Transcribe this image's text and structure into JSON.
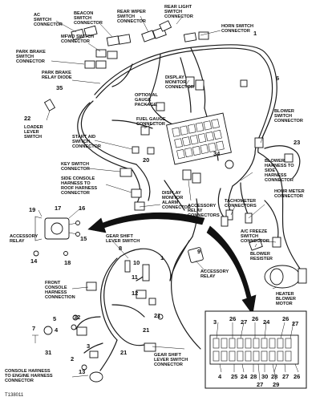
{
  "labels": {
    "ac_switch": [
      "AC",
      "SWITCH",
      "CONNECTOR"
    ],
    "beacon_switch": [
      "BEACON",
      "SWITCH",
      "CONNECTOR"
    ],
    "rear_wiper": [
      "REAR WIPER",
      "SWITCH",
      "CONNECTOR"
    ],
    "rear_light": [
      "REAR LIGHT",
      "SWITCH",
      "CONNECTOR"
    ],
    "mfwd_switch": [
      "MFWD SWITCH",
      "CONNECTOR"
    ],
    "horn_switch": [
      "HORN SWITCH",
      "CONNECTOR"
    ],
    "park_brake_switch": [
      "PARK BRAKE",
      "SWITCH",
      "CONNECTOR"
    ],
    "park_brake_diode": [
      "PARK BRAKE",
      "RELAY DIODE"
    ],
    "display_monitor": [
      "DISPLAY",
      "MONITOR",
      "CONNECTOR"
    ],
    "optional_gauge": [
      "OPTIONAL",
      "GAUGE",
      "PACKAGE"
    ],
    "fuel_gauge": [
      "FUEL GAUGE",
      "CONNECTOR"
    ],
    "blower_switch": [
      "BLOWER",
      "SWITCH",
      "CONNECTOR"
    ],
    "loader_lever": [
      "LOADER",
      "LEVER",
      "SWITCH"
    ],
    "start_aid": [
      "START AID",
      "SWITCH",
      "CONNECTOR"
    ],
    "key_switch": [
      "KEY SWITCH",
      "CONNECTOR"
    ],
    "side_console": [
      "SIDE CONSOLE",
      "HARNESS TO",
      "ROOF HARNESS",
      "CONNECTOR"
    ],
    "display_alarm": [
      "DISPLAY",
      "MONITOR",
      "ALARM",
      "CONNECTOR"
    ],
    "accessory_relay_connectors": [
      "ACCESSORY",
      "RELAY",
      "CONNECTORS"
    ],
    "blower_harness": [
      "BLOWER",
      "HARNESS TO",
      "SIDE",
      "HARNESS",
      "CONNECTOR"
    ],
    "hour_meter": [
      "HOUR METER",
      "CONNECTOR"
    ],
    "tachometer": [
      "TACHOMETER",
      "CONNECTORS"
    ],
    "ac_freeze": [
      "A/C FREEZE",
      "SWITCH",
      "CONNECTOR"
    ],
    "blower_resister": [
      "BLOWER",
      "RESISTER"
    ],
    "heater_blower": [
      "HEATER",
      "BLOWER",
      "MOTOR"
    ],
    "accessory_relay_left": [
      "ACCESSORY",
      "RELAY"
    ],
    "accessory_relay_mid": [
      "ACCESSORY",
      "RELAY"
    ],
    "gear_shift_upper": [
      "GEAR SHIFT",
      "LEVER SWITCH"
    ],
    "front_console": [
      "FRONT",
      "CONSOLE",
      "HARNESS",
      "CONNECTION"
    ],
    "gear_shift_lower": [
      "GEAR SHIFT",
      "LEVER SWITCH",
      "CONNECTOR"
    ],
    "console_harness": [
      "CONSOLE HARNESS",
      "TO ENGINE HARNESS",
      "CONNECTOR"
    ]
  },
  "callouts": {
    "n1_top": "1",
    "n35": "35",
    "n22": "22",
    "n6": "6",
    "n23": "23",
    "n34": "34",
    "n20": "20",
    "n19": "19",
    "n17": "17",
    "n16": "16",
    "n15": "15",
    "n14": "14",
    "n18": "18",
    "n8": "8",
    "n9": "9",
    "n10": "10",
    "n11": "11",
    "n1_mid": "1",
    "n12": "12",
    "n2": "2",
    "n7": "7",
    "n5": "5",
    "n4": "4",
    "n32": "32",
    "n31": "31",
    "n13": "13",
    "n3_left": "3",
    "n21_a": "21",
    "n21_b": "21",
    "n21_c": "21"
  },
  "inset_numbers": {
    "top": [
      "3",
      "26",
      "27",
      "26",
      "24",
      "26",
      "27"
    ],
    "bottom": [
      "4",
      "25",
      "24",
      "28",
      "30",
      "27",
      "28",
      "26",
      "29",
      "27"
    ]
  },
  "figure_id": "T138011"
}
